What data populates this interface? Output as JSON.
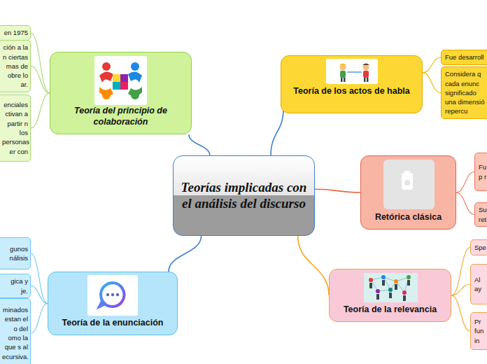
{
  "diagram": {
    "nodes": [
      {
        "text": [
          "Teorías implicadas con el análisis del discurso"
        ]
      },
      {
        "text": [
          "Teoría del principio de colaboración"
        ]
      },
      {
        "text": [
          "en 1975"
        ]
      },
      {
        "text": [
          "ción a la n ciertas mas de obre lo ar."
        ]
      },
      {
        "text": [
          "enciales ctivan a partir n los personas er con"
        ]
      },
      {
        "text": [
          "Teoría de los actos de habla"
        ]
      },
      {
        "text": [
          "Fue desarroll"
        ]
      },
      {
        "text": [
          "Considera q cada enunc significado una dimensió repercu"
        ]
      },
      {
        "text": [
          "Retórica clásica"
        ]
      },
      {
        "text": [
          "Fu p r"
        ]
      },
      {
        "text": [
          "Su ret"
        ]
      },
      {
        "text": [
          "Teoría de la relevancia"
        ]
      },
      {
        "text": [
          "Spe"
        ]
      },
      {
        "text": [
          "Al ay"
        ]
      },
      {
        "text": [
          "Pr fun in"
        ]
      },
      {
        "text": [
          "Teoría de la enunciación"
        ]
      },
      {
        "text": [
          "gunos nálisis"
        ]
      },
      {
        "text": [
          "gica y je."
        ]
      },
      {
        "text": [
          "minados estan el o del omo la que s al ecursiva."
        ]
      }
    ],
    "edges": [
      {
        "from": 0,
        "to": 1,
        "arrow": "none"
      },
      {
        "from": 0,
        "to": 5,
        "arrow": "none"
      },
      {
        "from": 0,
        "to": 8,
        "arrow": "none"
      },
      {
        "from": 0,
        "to": 11,
        "arrow": "none"
      },
      {
        "from": 0,
        "to": 15,
        "arrow": "none"
      },
      {
        "from": 1,
        "to": 2,
        "arrow": "none"
      },
      {
        "from": 1,
        "to": 3,
        "arrow": "none"
      },
      {
        "from": 1,
        "to": 4,
        "arrow": "none"
      },
      {
        "from": 5,
        "to": 6,
        "arrow": "none"
      },
      {
        "from": 5,
        "to": 7,
        "arrow": "none"
      },
      {
        "from": 8,
        "to": 9,
        "arrow": "none"
      },
      {
        "from": 8,
        "to": 10,
        "arrow": "none"
      },
      {
        "from": 11,
        "to": 12,
        "arrow": "none"
      },
      {
        "from": 11,
        "to": 13,
        "arrow": "none"
      },
      {
        "from": 11,
        "to": 14,
        "arrow": "none"
      },
      {
        "from": 15,
        "to": 16,
        "arrow": "none"
      },
      {
        "from": 15,
        "to": 17,
        "arrow": "none"
      },
      {
        "from": 15,
        "to": 18,
        "arrow": "none"
      }
    ]
  }
}
